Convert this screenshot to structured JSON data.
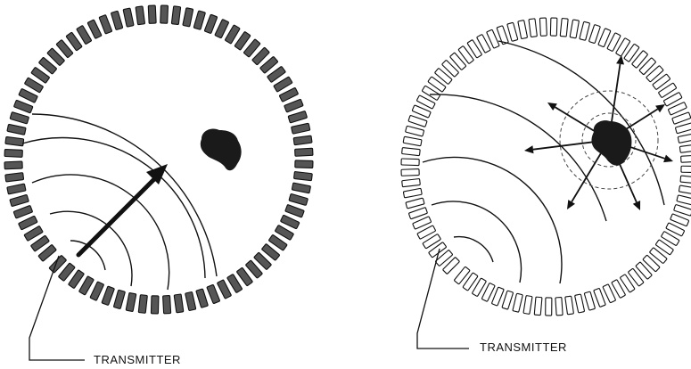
{
  "panels": [
    {
      "label": "TRANSMITTER"
    },
    {
      "label": "TRANSMITTER"
    }
  ],
  "colors": {
    "ink": "#111111",
    "paper": "#ffffff",
    "sensor_fill_left": "#555555"
  },
  "icons": {
    "left_panel": [
      "sensor-ring",
      "wavefront-arcs",
      "propagation-arrow",
      "tumor-blob",
      "leader-line"
    ],
    "right_panel": [
      "sensor-ring",
      "wavefront-arcs",
      "scatter-arrows",
      "tumor-blob",
      "leader-line"
    ]
  }
}
